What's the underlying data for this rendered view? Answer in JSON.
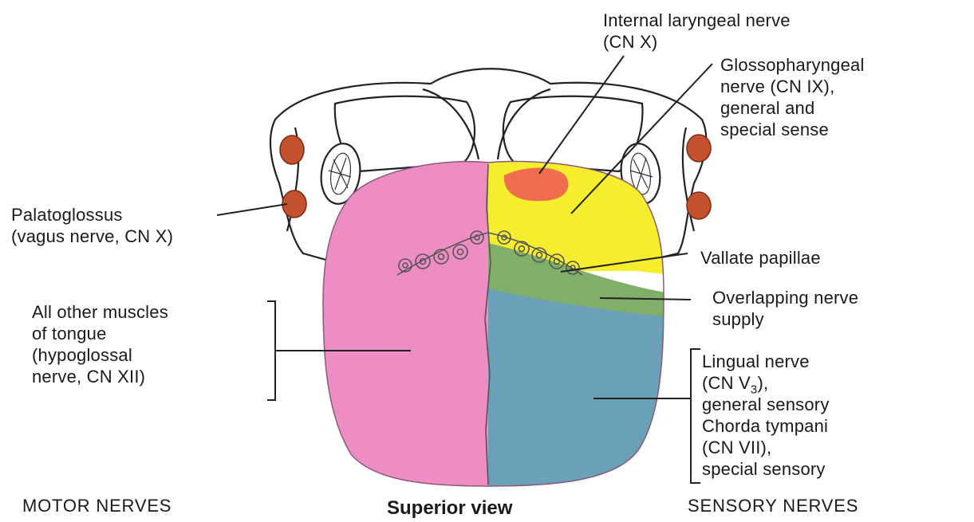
{
  "labels": {
    "internal_laryngeal": [
      "Internal laryngeal nerve",
      "(CN X)"
    ],
    "glossopharyngeal": [
      "Glossopharyngeal",
      "nerve (CN IX),",
      "general and",
      "special sense"
    ],
    "palatoglossus": [
      "Palatoglossus",
      "(vagus nerve, CN X)"
    ],
    "vallate": [
      "Vallate papillae"
    ],
    "overlapping": [
      "Overlapping nerve",
      "supply"
    ],
    "all_other": [
      "All other muscles",
      "of tongue",
      "(hypoglossal",
      "nerve, CN XII)"
    ],
    "lingual": {
      "line1": "Lingual nerve",
      "line2_pre": "(CN V",
      "line2_sub": "3",
      "line2_post": "),",
      "rest": [
        "general sensory",
        "Chorda tympani",
        "(CN VII),",
        "special sensory"
      ]
    }
  },
  "footer": {
    "left": "MOTOR NERVES",
    "center": "Superior view",
    "right": "SENSORY NERVES"
  },
  "colors": {
    "motor_region": "#ee8cc4",
    "sensory_glossopharyngeal": "#f5ee2c",
    "internal_laryngeal": "#f06e4e",
    "overlap": "#7faf68",
    "lingual": "#6aa0b8",
    "muscle_spots": "#c5522e"
  }
}
